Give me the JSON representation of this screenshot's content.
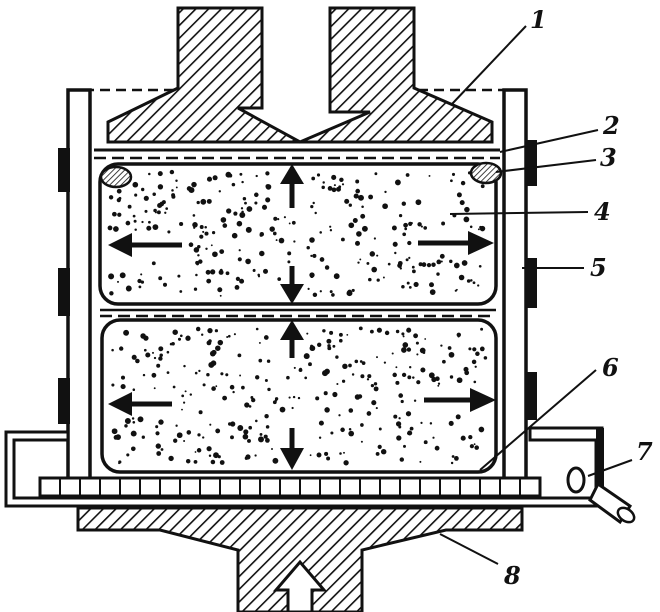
{
  "colors": {
    "ink": "#111111",
    "paper": "#ffffff"
  },
  "callouts": [
    {
      "id": "1",
      "text": "1"
    },
    {
      "id": "2",
      "text": "2"
    },
    {
      "id": "3",
      "text": "3"
    },
    {
      "id": "4",
      "text": "4"
    },
    {
      "id": "5",
      "text": "5"
    },
    {
      "id": "6",
      "text": "6"
    },
    {
      "id": "7",
      "text": "7"
    },
    {
      "id": "8",
      "text": "8"
    }
  ]
}
